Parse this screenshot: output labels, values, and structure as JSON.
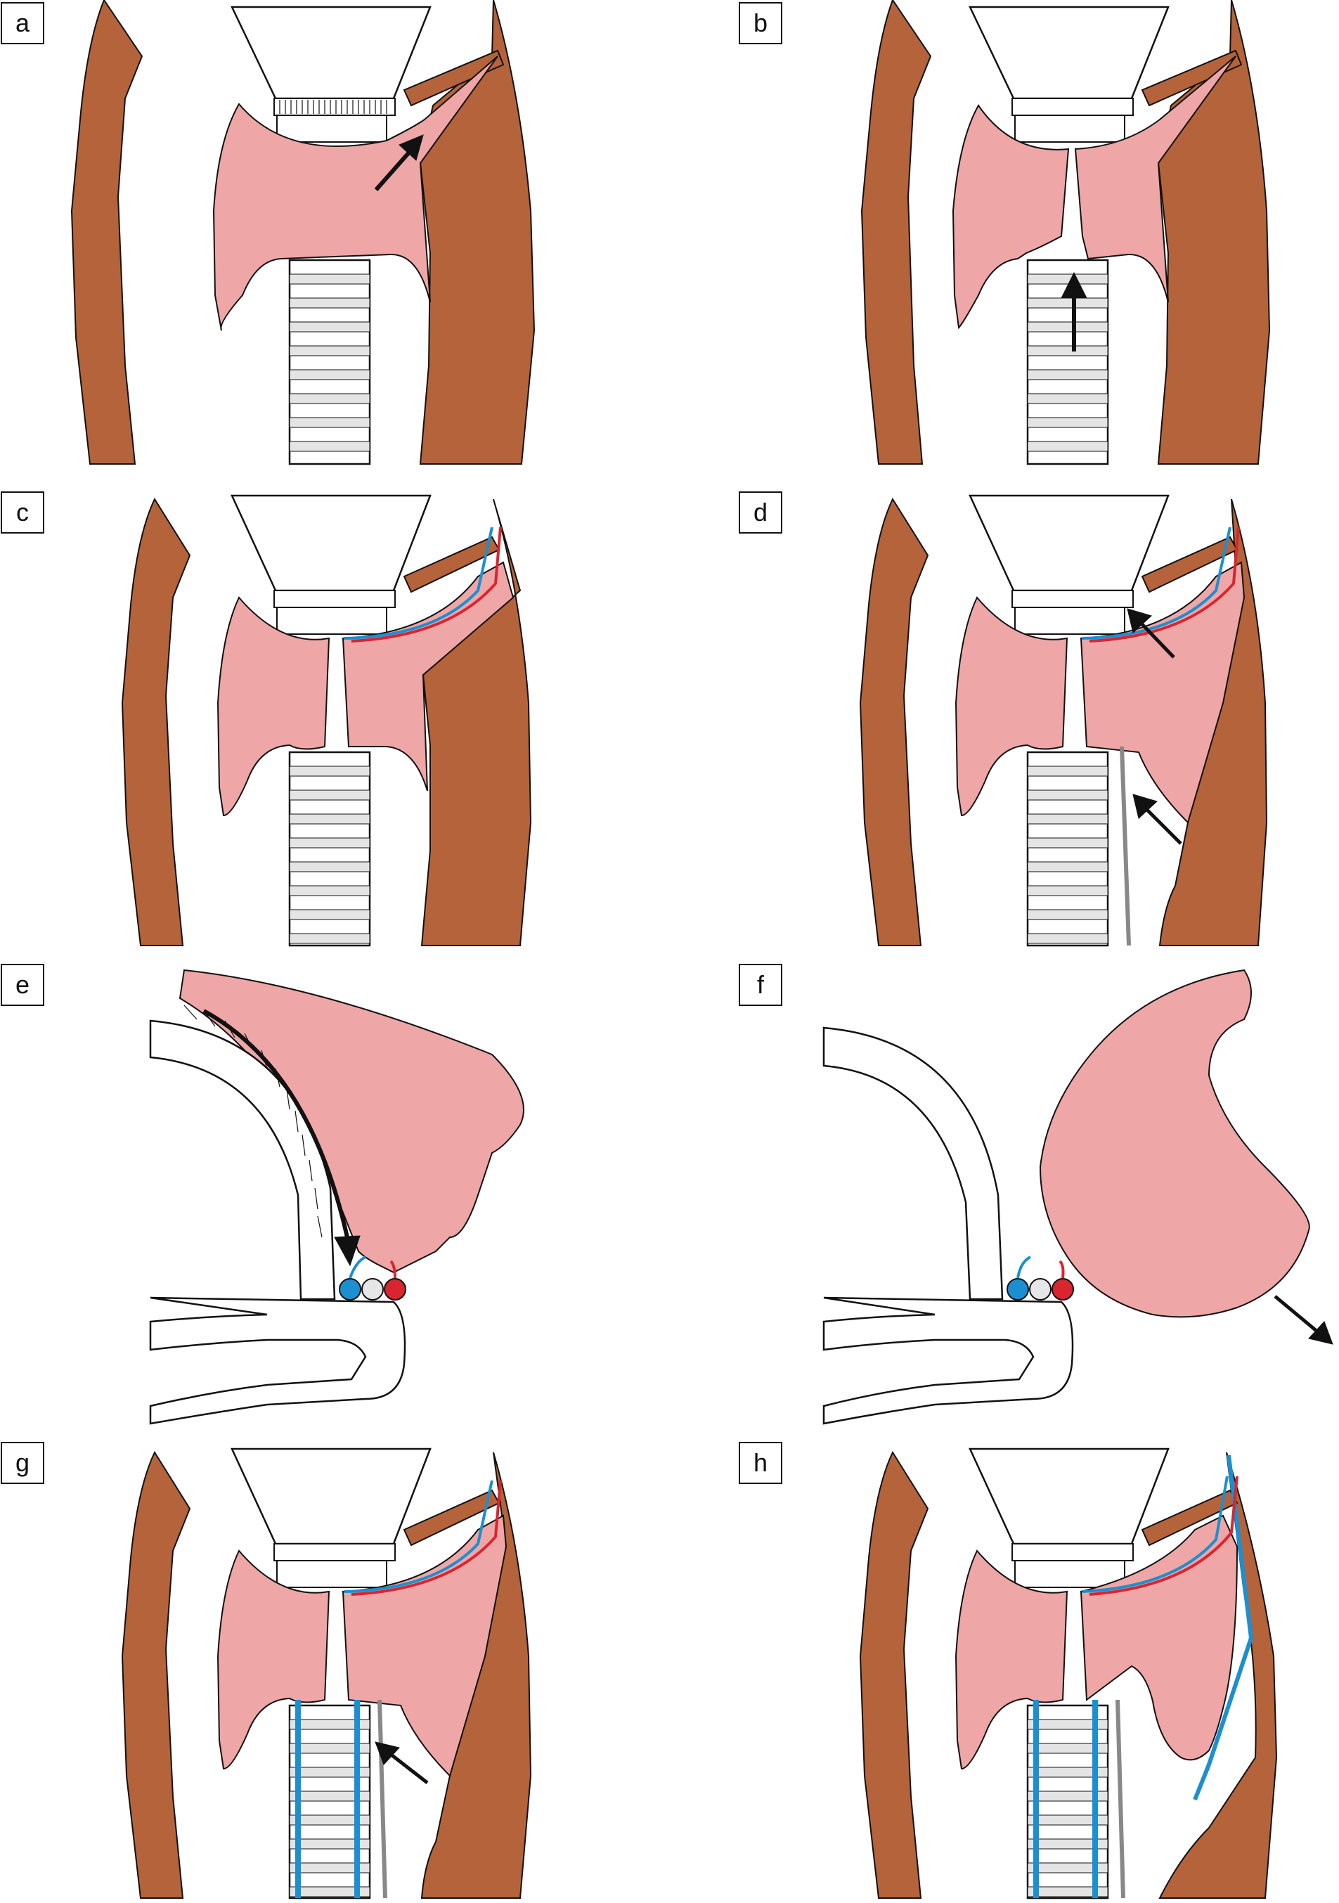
{
  "panels": [
    {
      "label": "a"
    },
    {
      "label": "b"
    },
    {
      "label": "c"
    },
    {
      "label": "d"
    },
    {
      "label": "e"
    },
    {
      "label": "f"
    },
    {
      "label": "g"
    },
    {
      "label": "h"
    }
  ],
  "colors": {
    "muscle": "#B5633A",
    "tissue": "#EFA6A6",
    "vein": "#1C8FD0",
    "artery": "#D92530",
    "nerve": "#E6E6E6",
    "cartilage": "#E4E4E4",
    "instrument": "#888888",
    "outline": "#111111",
    "arrow": "#111111"
  }
}
